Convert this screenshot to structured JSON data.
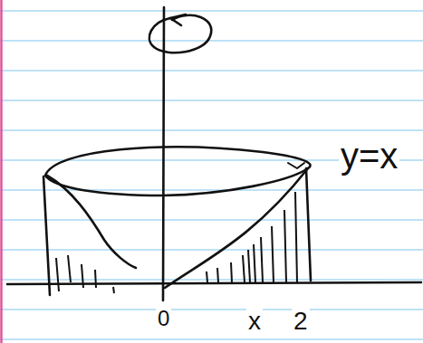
{
  "diagram": {
    "labels": [
      "y=x",
      "0",
      "x",
      "2"
    ]
  }
}
